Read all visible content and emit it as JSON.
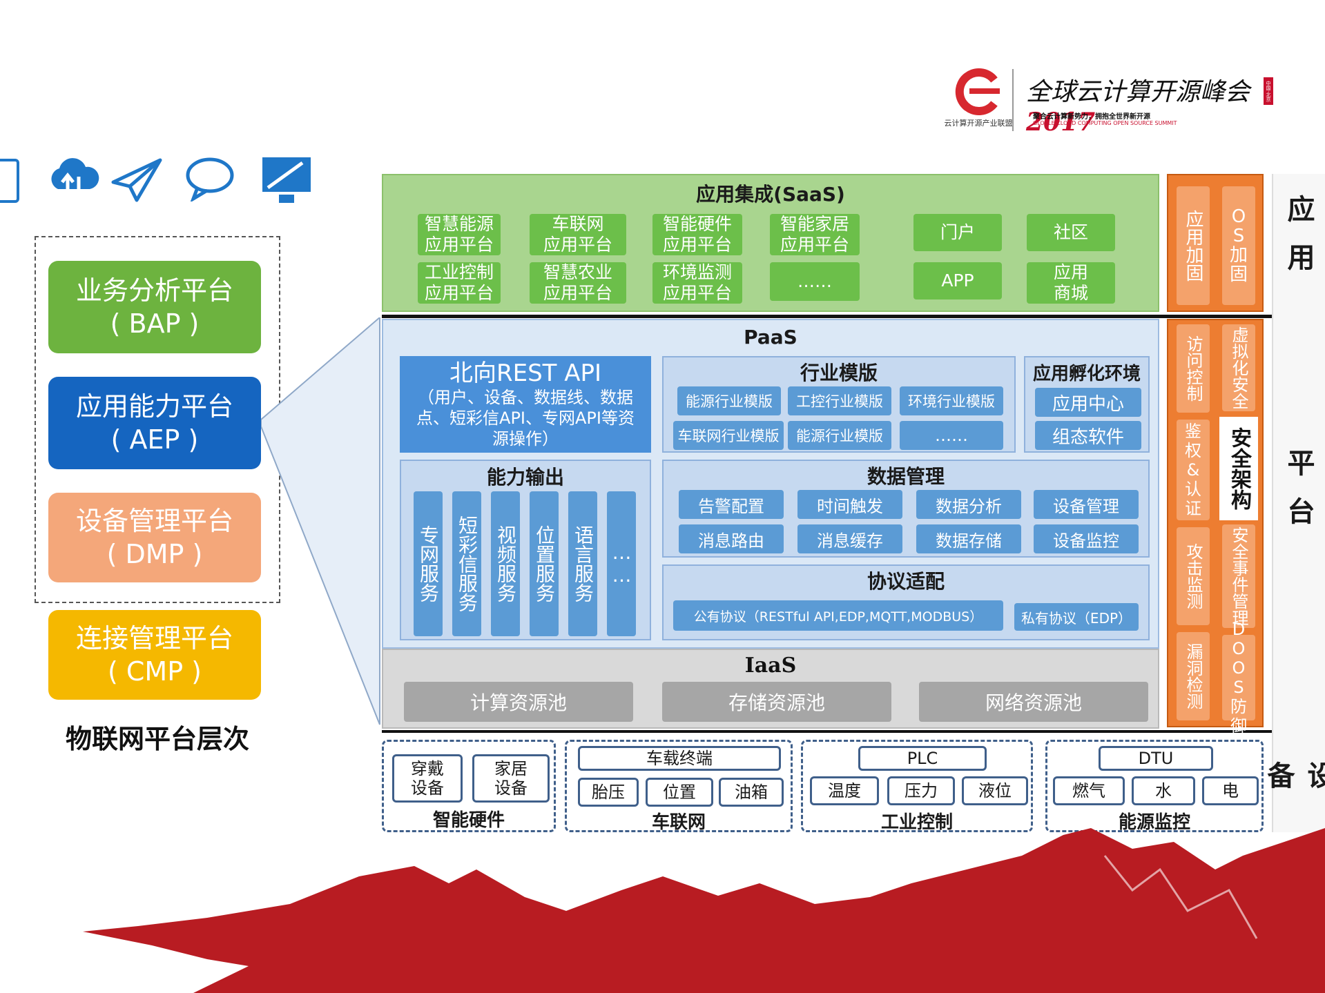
{
  "header": {
    "logo_caption": "云计算开源产业联盟",
    "summit_title": "全球云计算开源峰会",
    "summit_year": "2017",
    "summit_tagline": "聚合云计算新势力，拥抱全世界新开源",
    "summit_english": "GLOBLE CLOUD COMPUTING OPEN SOURCE SUMMIT",
    "badge": "中国·北京"
  },
  "left_panel": {
    "platforms": [
      {
        "name": "业务分析平台",
        "abbr": "( BAP )",
        "color": "#6db33f"
      },
      {
        "name": "应用能力平台",
        "abbr": "( AEP )",
        "color": "#1565c0"
      },
      {
        "name": "设备管理平台",
        "abbr": "( DMP )",
        "color": "#f4a77a"
      },
      {
        "name": "连接管理平台",
        "abbr": "( CMP )",
        "color": "#f5b800"
      }
    ],
    "caption": "物联网平台层次"
  },
  "saas": {
    "title": "应用集成(SaaS)",
    "items": [
      "智慧能源\n应用平台",
      "车联网\n应用平台",
      "智能硬件\n应用平台",
      "智能家居\n应用平台",
      "门户",
      "社区",
      "工业控制\n应用平台",
      "智慧农业\n应用平台",
      "环境监测\n应用平台",
      "……",
      "APP",
      "应用\n商城"
    ]
  },
  "paas": {
    "title": "PaaS",
    "rest_api": {
      "title": "北向REST API",
      "desc": "（用户、设备、数据线、数据点、短彩信API、专网API等资源操作）"
    },
    "industry": {
      "title": "行业模版",
      "items": [
        "能源行业模版",
        "工控行业模版",
        "环境行业模版",
        "车联网行业模版",
        "能源行业模版",
        "……"
      ]
    },
    "incubation": {
      "title": "应用孵化环境",
      "items": [
        "应用中心",
        "组态软件"
      ]
    },
    "capability": {
      "title": "能力输出",
      "items": [
        "专网服务",
        "短彩信服务",
        "视频服务",
        "位置服务",
        "语言服务",
        "……"
      ]
    },
    "data_mgmt": {
      "title": "数据管理",
      "items": [
        "告警配置",
        "时间触发",
        "数据分析",
        "设备管理",
        "消息路由",
        "消息缓存",
        "数据存储",
        "设备监控"
      ]
    },
    "protocol": {
      "title": "协议适配",
      "public": "公有协议（RESTful API,EDP,MQTT,MODBUS）",
      "private": "私有协议（EDP）"
    }
  },
  "iaas": {
    "title": "IaaS",
    "pools": [
      "计算资源池",
      "存储资源池",
      "网络资源池"
    ]
  },
  "security": {
    "title": "安全架构",
    "top": [
      "应用加固",
      "OS加固"
    ],
    "mid_left": [
      "访问控制",
      "鉴权&认证",
      "攻击监测",
      "漏洞检测"
    ],
    "mid_right": [
      "虚拟化安全",
      "安全事件管理",
      "DOOS防御"
    ]
  },
  "devices": {
    "groups": [
      {
        "title": "智能硬件",
        "items": [
          "穿戴\n设备",
          "家居\n设备"
        ]
      },
      {
        "title": "车联网",
        "top": "车载终端",
        "items": [
          "胎压",
          "位置",
          "油箱"
        ]
      },
      {
        "title": "工业控制",
        "top": "PLC",
        "items": [
          "温度",
          "压力",
          "液位"
        ]
      },
      {
        "title": "能源监控",
        "top": "DTU",
        "items": [
          "燃气",
          "水",
          "电"
        ]
      }
    ]
  },
  "side_labels": [
    "应用",
    "平台",
    "设备"
  ],
  "icons": [
    "tablet-icon",
    "cloud-sync-icon",
    "paper-plane-icon",
    "chat-bubble-icon",
    "monitor-icon"
  ],
  "colors": {
    "saas": "#a9d58f",
    "paas": "#dbe8f6",
    "iaas": "#d9d9d9",
    "security": "#ed7d31",
    "mountain": "#b81c22"
  }
}
